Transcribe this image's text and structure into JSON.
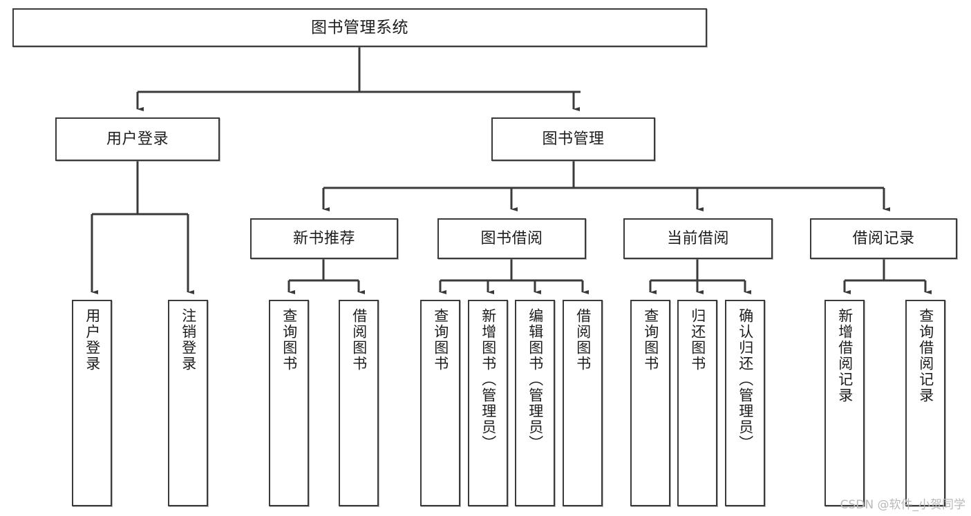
{
  "diagram": {
    "title": "图书管理系统",
    "type": "hierarchy-tree",
    "watermark": "CSDN @软件_小贺同学",
    "colors": {
      "background": "#ffffff",
      "node_border": "#3a3a3a",
      "node_fill": "#ffffff",
      "edge": "#3a3a3a",
      "text": "#1d1d1d",
      "watermark": "#b9b9b9"
    },
    "nodes": {
      "root": {
        "label": "图书管理系统"
      },
      "level2": [
        {
          "label": "用户登录"
        },
        {
          "label": "图书管理"
        }
      ],
      "level3": [
        {
          "label": "新书推荐"
        },
        {
          "label": "图书借阅"
        },
        {
          "label": "当前借阅"
        },
        {
          "label": "借阅记录"
        }
      ],
      "leaves": [
        {
          "label": "用户登录"
        },
        {
          "label": "注销登录"
        },
        {
          "label": "查询图书"
        },
        {
          "label": "借阅图书"
        },
        {
          "label": "查询图书"
        },
        {
          "label": "新增图书（管理员）"
        },
        {
          "label": "编辑图书（管理员）"
        },
        {
          "label": "借阅图书"
        },
        {
          "label": "查询图书"
        },
        {
          "label": "归还图书"
        },
        {
          "label": "确认归还（管理员）"
        },
        {
          "label": "新增借阅记录"
        },
        {
          "label": "查询借阅记录"
        }
      ]
    }
  }
}
